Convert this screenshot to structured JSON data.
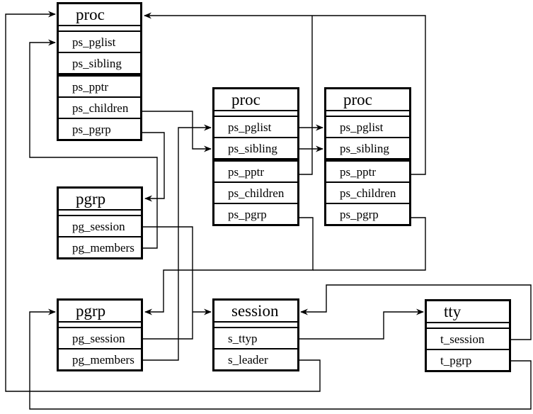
{
  "boxes": {
    "proc_parent": {
      "title": "proc",
      "fields": [
        "ps_pglist",
        "ps_sibling",
        "ps_pptr",
        "ps_children",
        "ps_pgrp"
      ]
    },
    "proc_child1": {
      "title": "proc",
      "fields": [
        "ps_pglist",
        "ps_sibling",
        "ps_pptr",
        "ps_children",
        "ps_pgrp"
      ]
    },
    "proc_child2": {
      "title": "proc",
      "fields": [
        "ps_pglist",
        "ps_sibling",
        "ps_pptr",
        "ps_children",
        "ps_pgrp"
      ]
    },
    "pgrp_top": {
      "title": "pgrp",
      "fields": [
        "pg_session",
        "pg_members"
      ]
    },
    "pgrp_bottom": {
      "title": "pgrp",
      "fields": [
        "pg_session",
        "pg_members"
      ]
    },
    "session": {
      "title": "session",
      "fields": [
        "s_ttyp",
        "s_leader"
      ]
    },
    "tty": {
      "title": "tty",
      "fields": [
        "t_session",
        "t_pgrp"
      ]
    }
  },
  "edges": [
    {
      "from": "session.s_leader",
      "to": "proc_parent"
    },
    {
      "from": "pgrp_top.pg_members",
      "to": "proc_parent.ps_pglist"
    },
    {
      "from": "proc_child1.ps_pptr",
      "to": "proc_parent"
    },
    {
      "from": "proc_child2.ps_pptr",
      "to": "proc_parent"
    },
    {
      "from": "proc_parent.ps_children",
      "to": "proc_child1.ps_sibling"
    },
    {
      "from": "proc_parent.ps_pgrp",
      "to": "pgrp_top"
    },
    {
      "from": "proc_child1.ps_pglist",
      "to": "proc_child2.ps_pglist"
    },
    {
      "from": "proc_child1.ps_sibling",
      "to": "proc_child2.ps_sibling"
    },
    {
      "from": "pgrp_bottom.pg_members",
      "to": "proc_child1.ps_pglist"
    },
    {
      "from": "proc_child1.ps_pgrp",
      "to": "pgrp_bottom"
    },
    {
      "from": "proc_child2.ps_pgrp",
      "to": "pgrp_bottom"
    },
    {
      "from": "pgrp_top.pg_session",
      "to": "session"
    },
    {
      "from": "pgrp_bottom.pg_session",
      "to": "session"
    },
    {
      "from": "session.s_ttyp",
      "to": "tty"
    },
    {
      "from": "tty.t_session",
      "to": "session"
    },
    {
      "from": "tty.t_pgrp",
      "to": "pgrp_bottom"
    }
  ],
  "line_color": "#000000",
  "background_color": "#ffffff"
}
